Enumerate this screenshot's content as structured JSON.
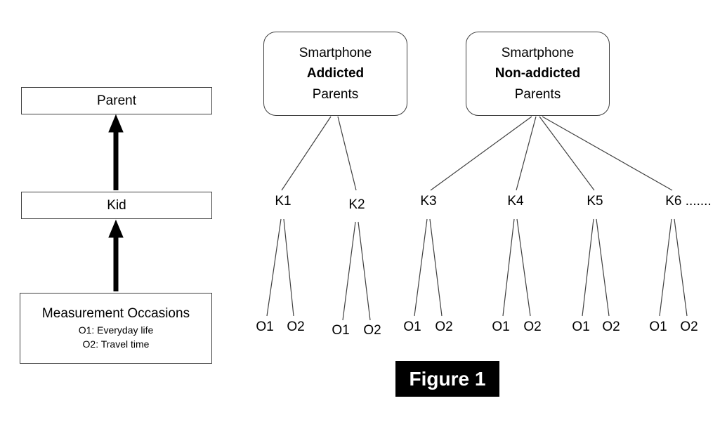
{
  "left_panel": {
    "parent_box_label": "Parent",
    "kid_box_label": "Kid",
    "measurement_box": {
      "title": "Measurement Occasions",
      "line1": "O1: Everyday life",
      "line2": "O2: Travel time"
    }
  },
  "tree": {
    "addicted_box": {
      "line1": "Smartphone",
      "line2": "Addicted",
      "line3": "Parents"
    },
    "non_addicted_box": {
      "line1": "Smartphone",
      "line2": "Non-addicted",
      "line3": "Parents"
    },
    "kids": [
      {
        "label": "K1",
        "occasions": [
          "O1",
          "O2"
        ]
      },
      {
        "label": "K2",
        "occasions": [
          "O1",
          "O2"
        ]
      },
      {
        "label": "K3",
        "occasions": [
          "O1",
          "O2"
        ]
      },
      {
        "label": "K4",
        "occasions": [
          "O1",
          "O2"
        ]
      },
      {
        "label": "K5",
        "occasions": [
          "O1",
          "O2"
        ]
      },
      {
        "label": "K6 .......",
        "occasions": [
          "O1",
          "O2"
        ]
      }
    ]
  },
  "figure_caption": "Figure 1",
  "colors": {
    "line": "#404040",
    "arrow": "#000000",
    "caption_bg": "#000000",
    "caption_text": "#ffffff"
  }
}
